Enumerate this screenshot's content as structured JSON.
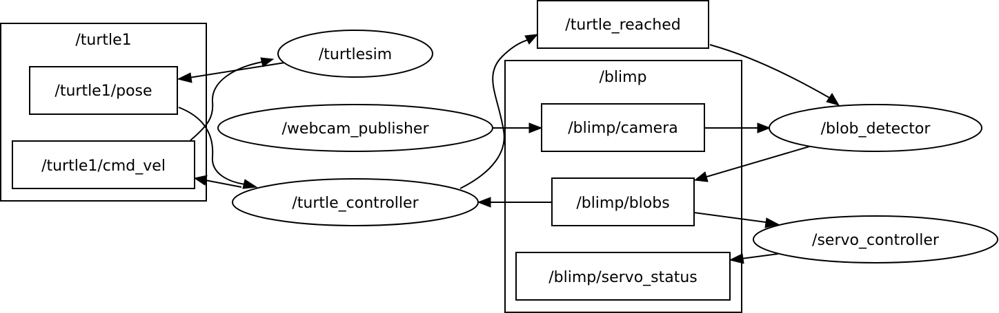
{
  "graph": {
    "clusters": {
      "turtle1": "/turtle1",
      "blimp": "/blimp"
    },
    "nodes": {
      "turtle1_pose": "/turtle1/pose",
      "turtle1_cmd_vel": "/turtle1/cmd_vel",
      "turtlesim": "/turtlesim",
      "webcam_publisher": "/webcam_publisher",
      "turtle_controller": "/turtle_controller",
      "turtle_reached": "/turtle_reached",
      "blimp_camera": "/blimp/camera",
      "blimp_blobs": "/blimp/blobs",
      "blimp_servo_status": "/blimp/servo_status",
      "blob_detector": "/blob_detector",
      "servo_controller": "/servo_controller"
    },
    "edges": [
      {
        "from": "/turtlesim",
        "to": "/turtle1/pose"
      },
      {
        "from": "/turtle1/pose",
        "to": "/turtle_controller"
      },
      {
        "from": "/turtle1/cmd_vel",
        "to": "/turtlesim"
      },
      {
        "from": "/turtle_controller",
        "to": "/turtle1/cmd_vel"
      },
      {
        "from": "/turtle_controller",
        "to": "/turtle_reached"
      },
      {
        "from": "/webcam_publisher",
        "to": "/blimp/camera"
      },
      {
        "from": "/blimp/camera",
        "to": "/blob_detector"
      },
      {
        "from": "/turtle_reached",
        "to": "/blob_detector"
      },
      {
        "from": "/blob_detector",
        "to": "/blimp/blobs"
      },
      {
        "from": "/blimp/blobs",
        "to": "/turtle_controller"
      },
      {
        "from": "/blimp/blobs",
        "to": "/servo_controller"
      },
      {
        "from": "/servo_controller",
        "to": "/blimp/servo_status"
      }
    ]
  }
}
